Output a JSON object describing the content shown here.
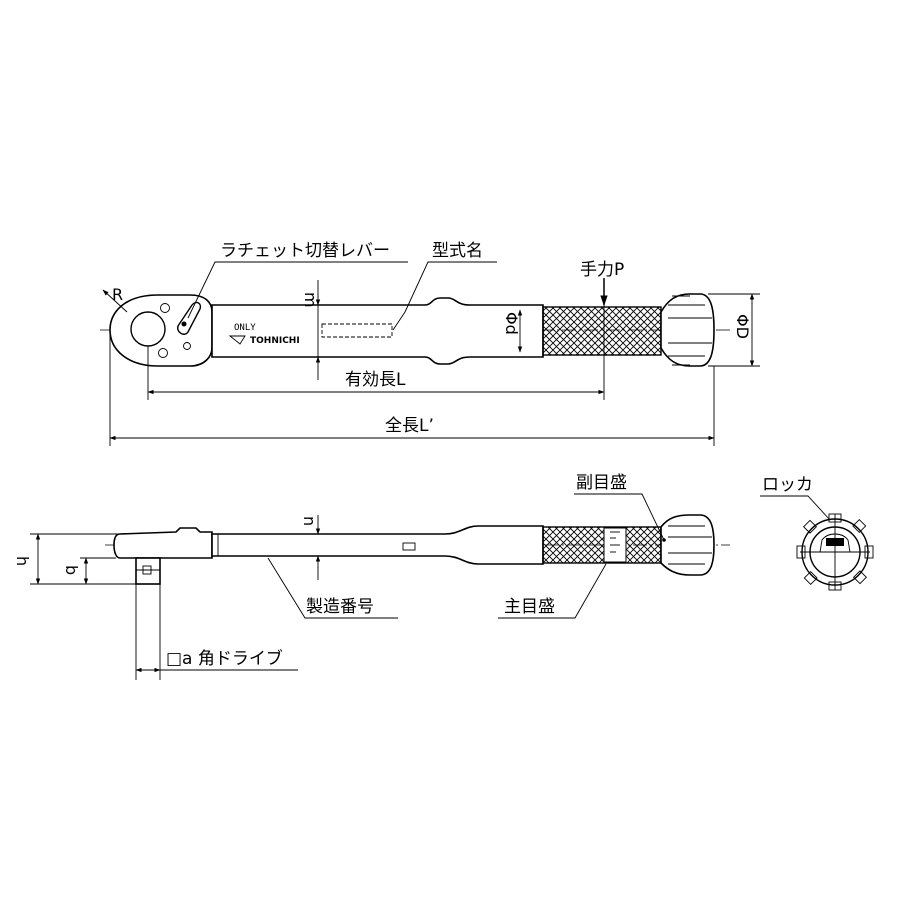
{
  "labels": {
    "ratchet_lever": "ラチェット切替レバー",
    "model_name": "型式名",
    "hand_force": "手力P",
    "radius": "R",
    "m": "m",
    "phi_d": "Φd",
    "phi_D": "ΦD",
    "effective_length": "有効長L",
    "total_length": "全長L’",
    "sub_scale": "副目盛",
    "lock": "ロッカ",
    "n": "n",
    "h": "h",
    "b": "b",
    "serial_number": "製造番号",
    "main_scale": "主目盛",
    "square_drive": "□a 角ドライブ"
  },
  "markings": {
    "only": "ONLY",
    "brand": "TOHNICHI"
  }
}
